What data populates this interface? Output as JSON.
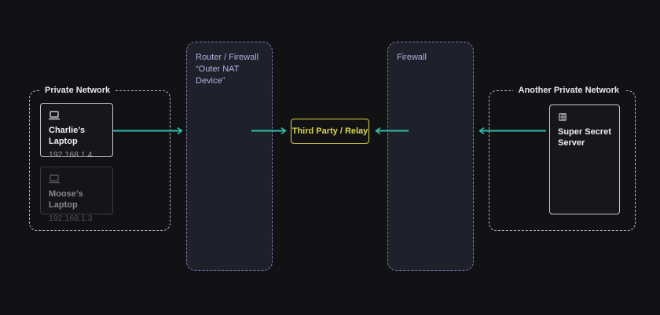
{
  "colors": {
    "background": "#121215",
    "arrow_teal": "#30bfa9",
    "relay_yellow": "#d8d44e",
    "nat_box_fill": "#1e202a",
    "nat_box_border": "#7d77b0",
    "nat_label_text": "#b6afe2",
    "group_border": "#b9b9bd",
    "device_text": "#f0f0f2",
    "muted_text": "#98989d"
  },
  "diagram": {
    "left_network": {
      "label": "Private Network",
      "devices": [
        {
          "icon": "laptop-icon",
          "name": "Charlie’s Laptop",
          "ip": "192.168.1.4",
          "state": "active"
        },
        {
          "icon": "laptop-icon",
          "name": "Moose’s Laptop",
          "ip": "192.168.1.3",
          "state": "inactive"
        }
      ]
    },
    "outer_nat": {
      "title": "Router / Firewall",
      "subtitle": "“Outer NAT Device”"
    },
    "relay": {
      "label": "Third Party / Relay"
    },
    "firewall": {
      "title": "Firewall"
    },
    "right_network": {
      "label": "Another Private Network",
      "devices": [
        {
          "icon": "server-icon",
          "name": "Super Secret Server"
        }
      ]
    }
  }
}
